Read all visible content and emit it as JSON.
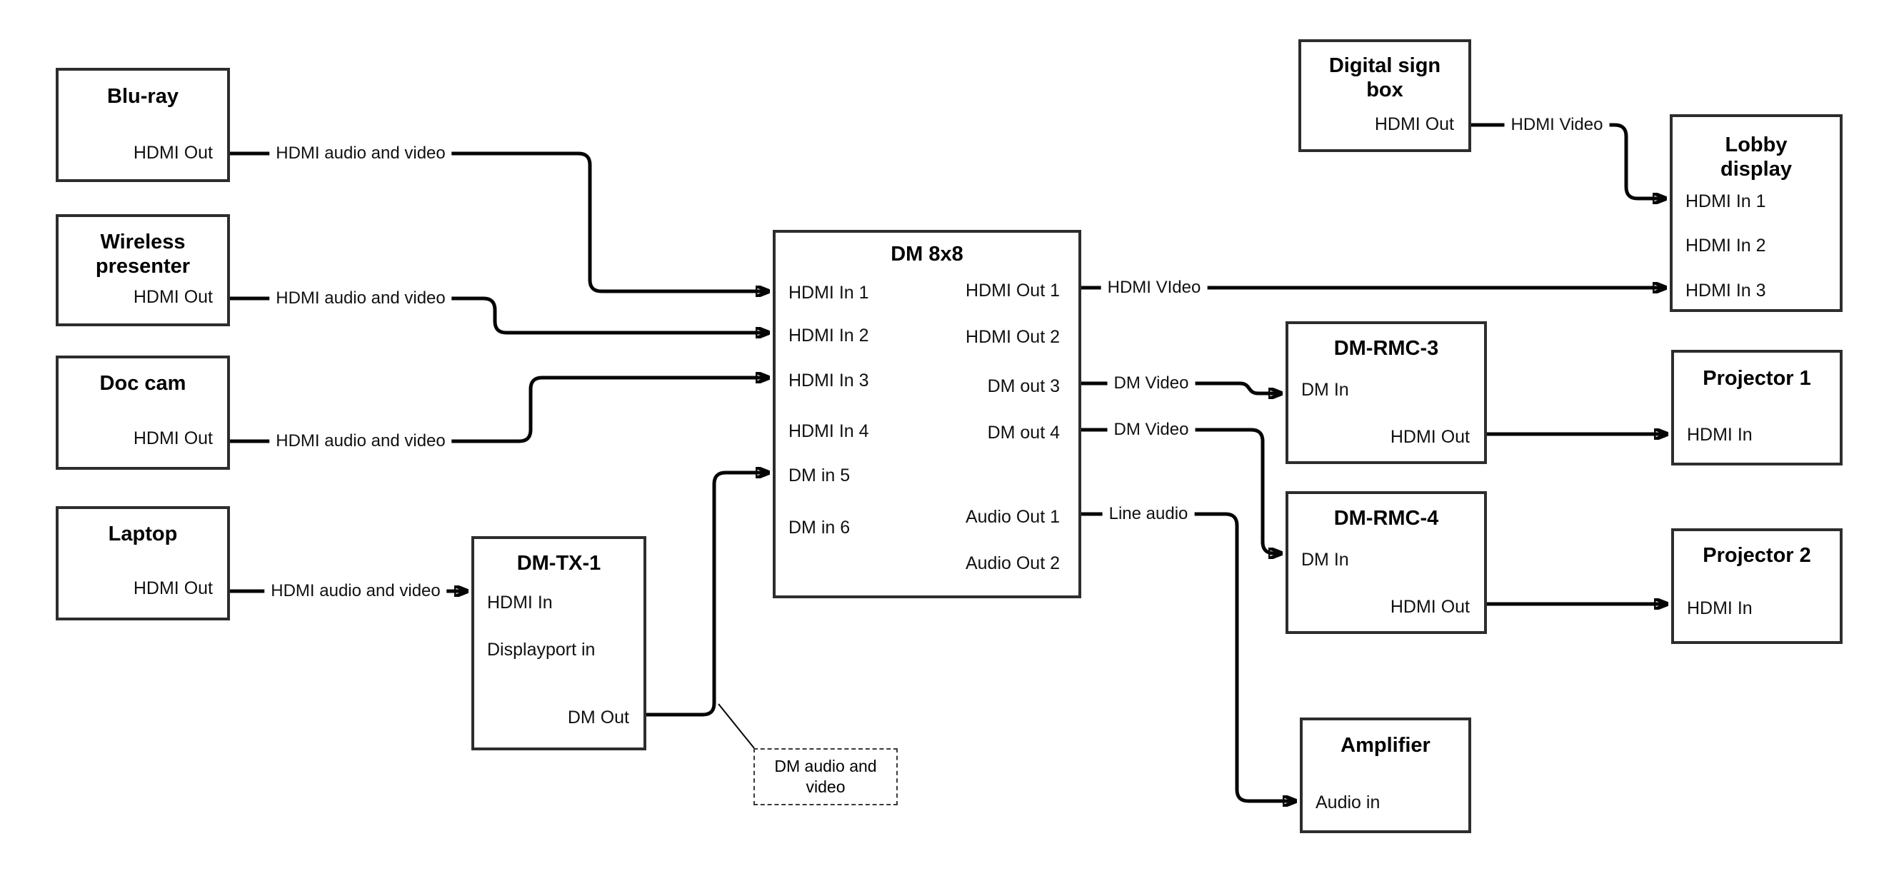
{
  "diagram": {
    "colors": {
      "background": "#ffffff",
      "box_border": "#2d2d2d",
      "wire": "#050505",
      "text": "#000000"
    },
    "nodes": {
      "bluray": {
        "title": "Blu-ray",
        "ports": {
          "hdmi_out": "HDMI Out"
        }
      },
      "wireless": {
        "title": "Wireless\npresenter",
        "ports": {
          "hdmi_out": "HDMI Out"
        }
      },
      "doccam": {
        "title": "Doc cam",
        "ports": {
          "hdmi_out": "HDMI Out"
        }
      },
      "laptop": {
        "title": "Laptop",
        "ports": {
          "hdmi_out": "HDMI Out"
        }
      },
      "dmtx1": {
        "title": "DM-TX-1",
        "ports": {
          "hdmi_in": "HDMI In",
          "displayport_in": "Displayport in",
          "dm_out": "DM Out"
        }
      },
      "dm8x8": {
        "title": "DM 8x8",
        "ports": {
          "hdmi_in_1": "HDMI In 1",
          "hdmi_in_2": "HDMI In 2",
          "hdmi_in_3": "HDMI In 3",
          "hdmi_in_4": "HDMI In 4",
          "dm_in_5": "DM in 5",
          "dm_in_6": "DM in 6",
          "hdmi_out_1": "HDMI Out 1",
          "hdmi_out_2": "HDMI Out 2",
          "dm_out_3": "DM out 3",
          "dm_out_4": "DM out 4",
          "audio_out_1": "Audio Out 1",
          "audio_out_2": "Audio Out 2"
        }
      },
      "digitalsign": {
        "title": "Digital sign\nbox",
        "ports": {
          "hdmi_out": "HDMI Out"
        }
      },
      "lobby": {
        "title": "Lobby\ndisplay",
        "ports": {
          "hdmi_in_1": "HDMI In 1",
          "hdmi_in_2": "HDMI In 2",
          "hdmi_in_3": "HDMI In 3"
        }
      },
      "dmrmc3": {
        "title": "DM-RMC-3",
        "ports": {
          "dm_in": "DM In",
          "hdmi_out": "HDMI Out"
        }
      },
      "proj1": {
        "title": "Projector 1",
        "ports": {
          "hdmi_in": "HDMI In"
        }
      },
      "dmrmc4": {
        "title": "DM-RMC-4",
        "ports": {
          "dm_in": "DM In",
          "hdmi_out": "HDMI Out"
        }
      },
      "proj2": {
        "title": "Projector 2",
        "ports": {
          "hdmi_in": "HDMI In"
        }
      },
      "amplifier": {
        "title": "Amplifier",
        "ports": {
          "audio_in": "Audio in"
        }
      }
    },
    "labels": {
      "bluray_link": "HDMI audio and video",
      "wireless_link": "HDMI audio and video",
      "doccam_link": "HDMI audio and video",
      "laptop_link": "HDMI audio and video",
      "hdmi_out1_link": "HDMI VIdeo",
      "dm_out3_link": "DM Video",
      "dm_out4_link": "DM Video",
      "audio_out1_link": "Line audio",
      "digitalsign_link": "HDMI Video",
      "note": "DM audio and\nvideo"
    }
  }
}
